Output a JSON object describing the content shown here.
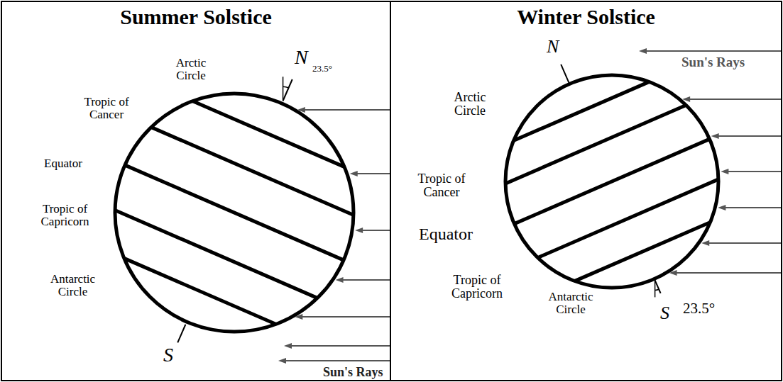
{
  "diagram": {
    "nodes": [
      {
        "text": [
          "Summer Solstice"
        ]
      },
      {
        "text": [
          "Winter Solstice"
        ]
      }
    ],
    "labels": [
      "Arctic Circle",
      "N",
      "23.5°",
      "Tropic of Cancer",
      "Equator",
      "Tropic of Capricorn",
      "Antarctic Circle",
      "S",
      "Sun's Rays",
      "N",
      "Sun's Rays",
      "Arctic Circle",
      "Tropic of Cancer",
      "Equator",
      "Tropic of Capricorn",
      "Antarctic Circle",
      "S",
      "23.5°"
    ]
  }
}
